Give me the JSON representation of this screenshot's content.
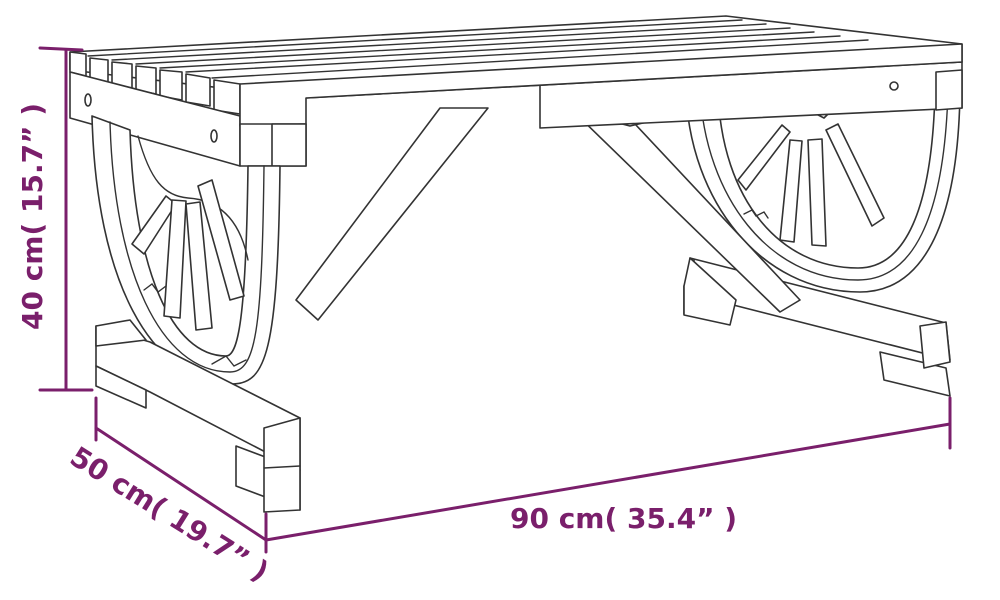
{
  "dimensions": {
    "height": "40 cm( 15.7” )",
    "depth": "50 cm( 19.7” )",
    "width": "90 cm( 35.4” )"
  },
  "colors": {
    "dimension": "#7a1f6b",
    "outline": "#333333",
    "background": "#ffffff"
  }
}
